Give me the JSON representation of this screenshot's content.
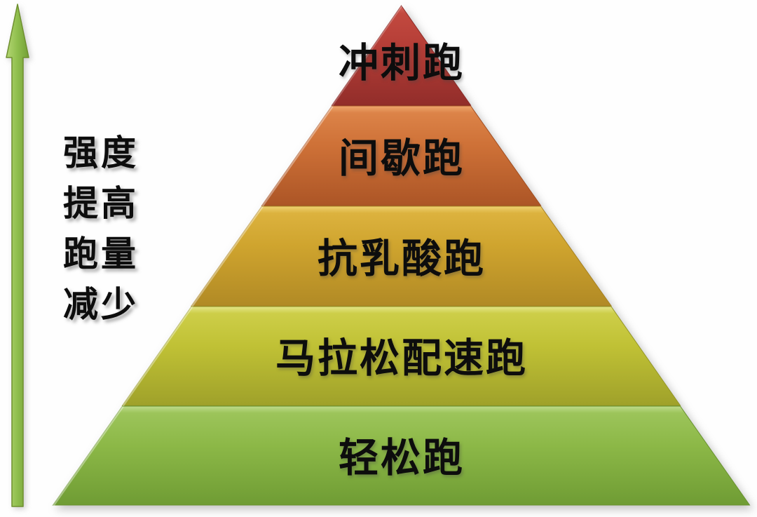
{
  "diagram": {
    "side_label": {
      "lines": [
        "强度",
        "提高",
        "跑量",
        "减少"
      ]
    },
    "arrow": {
      "direction": "up",
      "color": "#8FBE4D"
    },
    "levels": [
      {
        "label": "冲刺跑",
        "color": "#B53E37"
      },
      {
        "label": "间歇跑",
        "color": "#CE7137"
      },
      {
        "label": "抗乳酸跑",
        "color": "#CFA42E"
      },
      {
        "label": "马拉松配速跑",
        "color": "#C0C135"
      },
      {
        "label": "轻松跑",
        "color": "#8CB847"
      }
    ]
  }
}
